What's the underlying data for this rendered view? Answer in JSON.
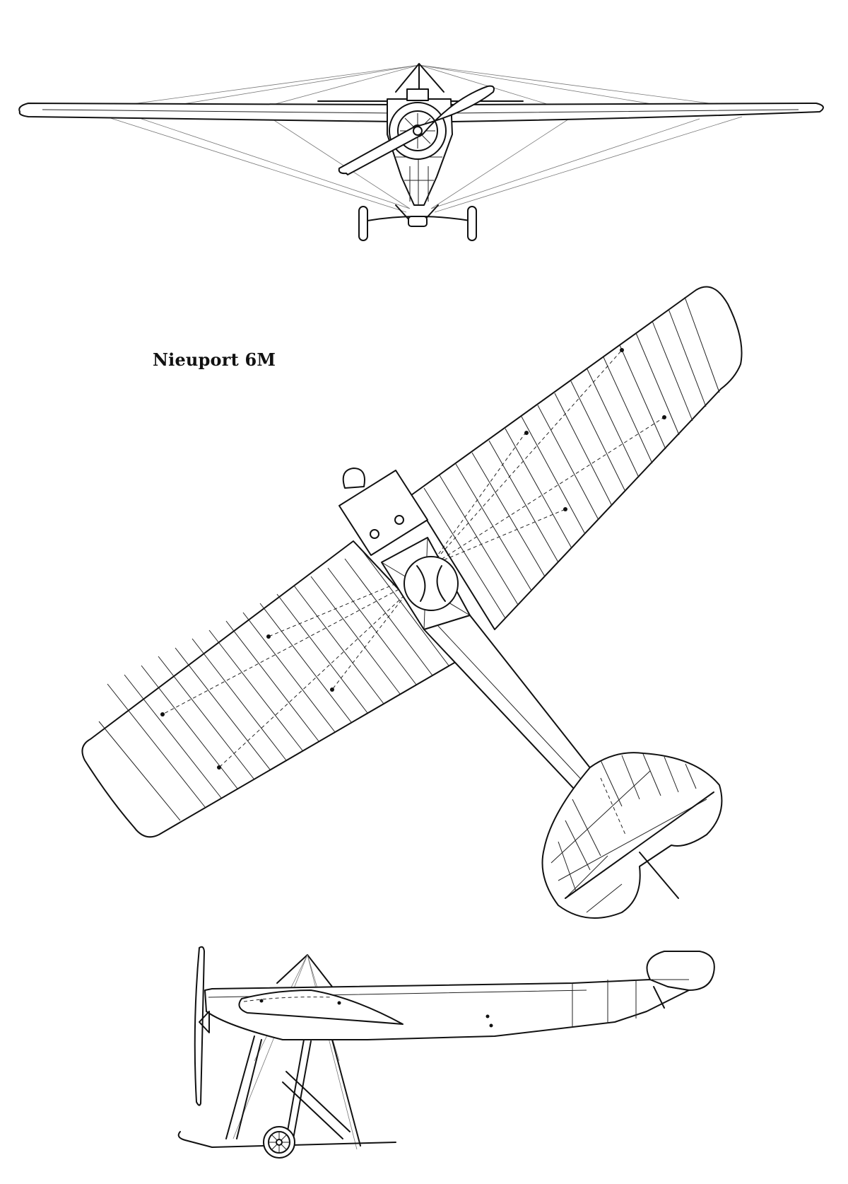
{
  "title": "Nieuport 6M",
  "views": {
    "front": "front-view",
    "top": "top-view",
    "side": "side-view"
  }
}
